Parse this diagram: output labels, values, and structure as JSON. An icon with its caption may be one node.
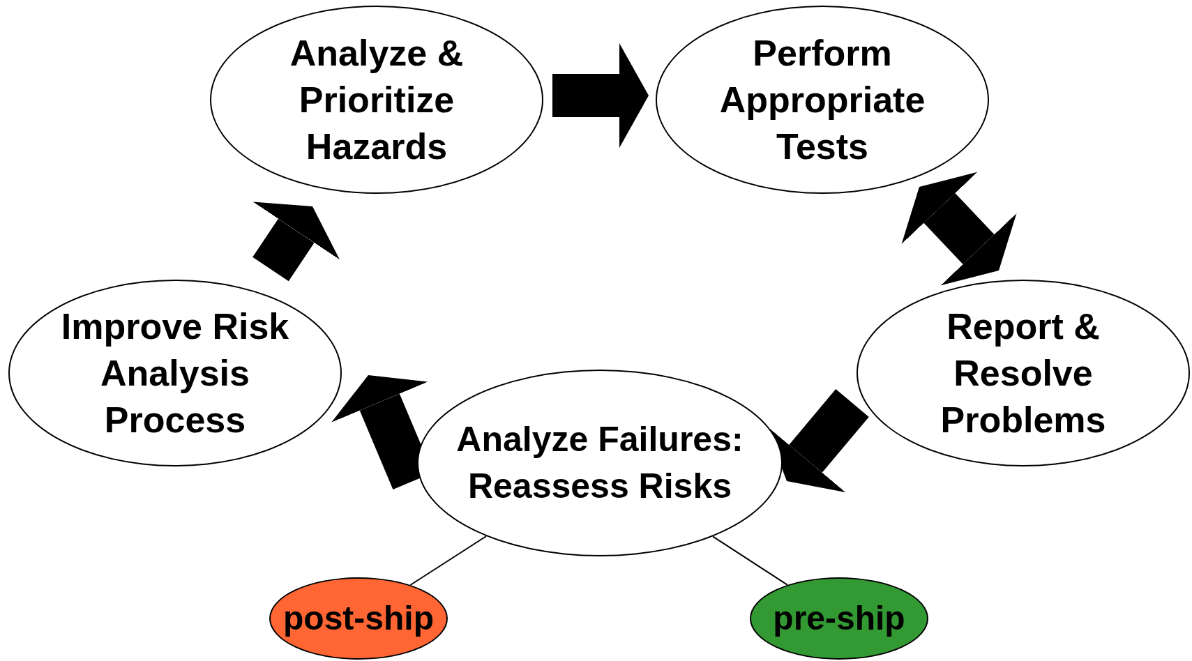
{
  "diagram": {
    "nodes": [
      {
        "text": [
          "Analyze & Prioritize Hazards"
        ]
      },
      {
        "text": [
          "Perform Appropriate Tests"
        ]
      },
      {
        "text": [
          "Report & Resolve Problems"
        ]
      },
      {
        "text": [
          "Analyze Failures: Reassess Risks"
        ]
      },
      {
        "text": [
          "Improve Risk Analysis Process"
        ]
      },
      {
        "text": [
          "post-ship"
        ]
      },
      {
        "text": [
          "pre-ship"
        ]
      }
    ],
    "edges": [
      {
        "from": 0,
        "to": 1,
        "arrow": "to"
      },
      {
        "from": 1,
        "to": 2,
        "arrow": "both"
      },
      {
        "from": 2,
        "to": 3,
        "arrow": "to"
      },
      {
        "from": 3,
        "to": 4,
        "arrow": "to"
      },
      {
        "from": 4,
        "to": 0,
        "arrow": "to"
      },
      {
        "from": 3,
        "to": 5,
        "arrow": "none"
      },
      {
        "from": 3,
        "to": 6,
        "arrow": "none"
      }
    ]
  }
}
